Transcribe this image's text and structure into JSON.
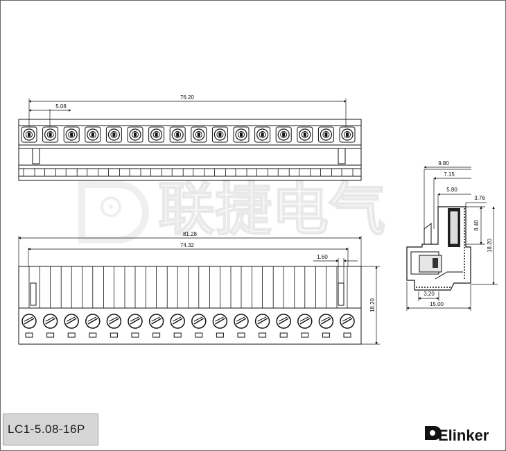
{
  "part_number": "LC1-5.08-16P",
  "brand": {
    "name": "Elinker",
    "watermark_text": "联捷电气"
  },
  "pin_count": 16,
  "dimensions": {
    "pitch": "5.08",
    "top_span": "76.20",
    "overall_length": "81.28",
    "inner_length": "74.32",
    "slot_width": "1.60",
    "front_height": "18.20",
    "side_w1": "9.80",
    "side_w2": "7.15",
    "side_w3": "5.80",
    "side_w4": "3.76",
    "side_h1": "8.40",
    "side_h2": "18.20",
    "side_d1": "3.20",
    "side_d2": "15.00"
  }
}
